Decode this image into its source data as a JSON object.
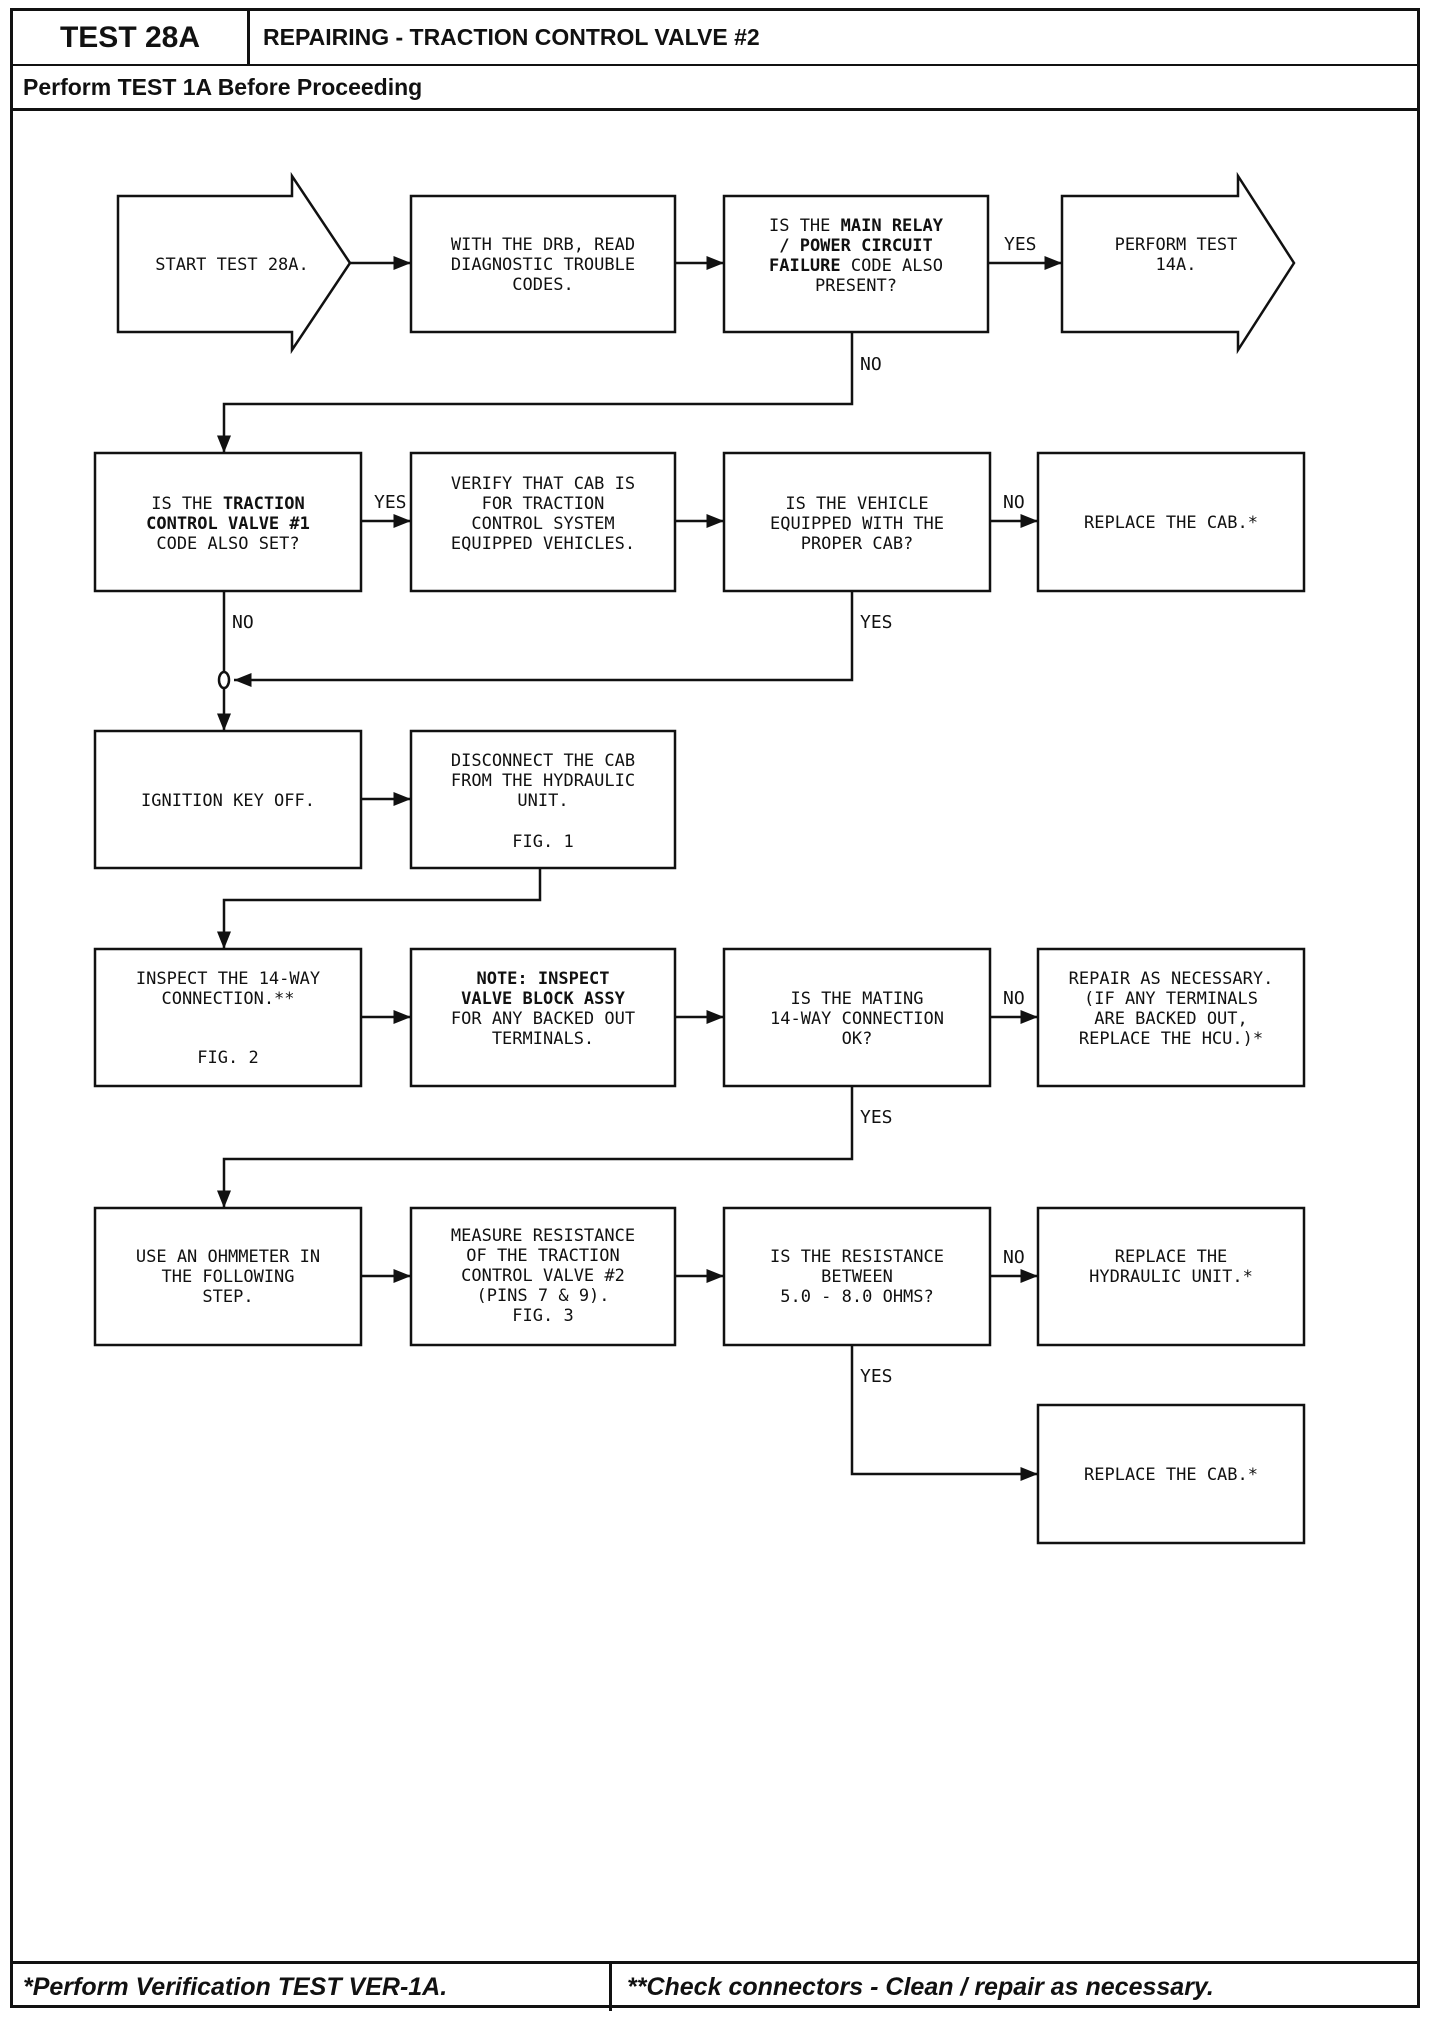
{
  "header": {
    "test_id": "TEST 28A",
    "title": "REPAIRING - TRACTION CONTROL VALVE #2",
    "prerequisite": "Perform TEST 1A Before Proceeding"
  },
  "footer": {
    "left": "*Perform Verification TEST VER-1A.",
    "right": "**Check connectors - Clean / repair as necessary."
  },
  "flow": {
    "start": [
      "START TEST 28A."
    ],
    "read_dtc": [
      "WITH THE DRB, READ",
      "DIAGNOSTIC TROUBLE",
      "CODES."
    ],
    "q_main_relay": {
      "l1": "IS THE ",
      "l1b": "MAIN RELAY",
      "l2": "/ POWER CIRCUIT",
      "l3b": "FAILURE",
      "l3": " CODE ALSO",
      "l4": "PRESENT?"
    },
    "perform_14a": [
      "PERFORM TEST",
      "14A."
    ],
    "q_tcv1": {
      "l1": "IS THE ",
      "l1b": "TRACTION",
      "l2b": "CONTROL VALVE #1",
      "l3": "CODE ALSO SET?"
    },
    "verify_cab": [
      "VERIFY THAT CAB IS",
      "FOR TRACTION",
      "CONTROL SYSTEM",
      "EQUIPPED VEHICLES."
    ],
    "q_proper_cab": [
      "IS THE VEHICLE",
      "EQUIPPED WITH THE",
      "PROPER CAB?"
    ],
    "replace_cab_1": [
      "REPLACE THE CAB.*"
    ],
    "ignition_off": [
      "IGNITION KEY OFF."
    ],
    "disconnect_cab": [
      "DISCONNECT THE CAB",
      "FROM THE HYDRAULIC",
      "UNIT."
    ],
    "fig1": "FIG. 1",
    "inspect_14way": [
      "INSPECT THE 14-WAY",
      "CONNECTION.**"
    ],
    "fig2": "FIG. 2",
    "note_inspect": {
      "l1b": "NOTE:  INSPECT",
      "l2b": "VALVE BLOCK ASSY",
      "l3": "FOR ANY BACKED OUT",
      "l4": "TERMINALS."
    },
    "q_mating": [
      "IS THE MATING",
      "14-WAY CONNECTION",
      "OK?"
    ],
    "repair_hcu": [
      "REPAIR AS NECESSARY.",
      "(IF ANY TERMINALS",
      "ARE BACKED OUT,",
      "REPLACE THE HCU.)*"
    ],
    "use_ohmmeter": [
      "USE AN OHMMETER IN",
      "THE FOLLOWING",
      "STEP."
    ],
    "measure_res": [
      "MEASURE RESISTANCE",
      "OF THE TRACTION",
      "CONTROL VALVE #2",
      "(PINS 7 & 9).",
      "FIG. 3"
    ],
    "q_resistance": [
      "IS THE RESISTANCE",
      "BETWEEN",
      "5.0 - 8.0 OHMS?"
    ],
    "replace_hydraulic": [
      "REPLACE THE",
      "HYDRAULIC UNIT.*"
    ],
    "replace_cab_2": [
      "REPLACE THE CAB.*"
    ]
  },
  "edge_labels": {
    "yes": "YES",
    "no": "NO"
  }
}
